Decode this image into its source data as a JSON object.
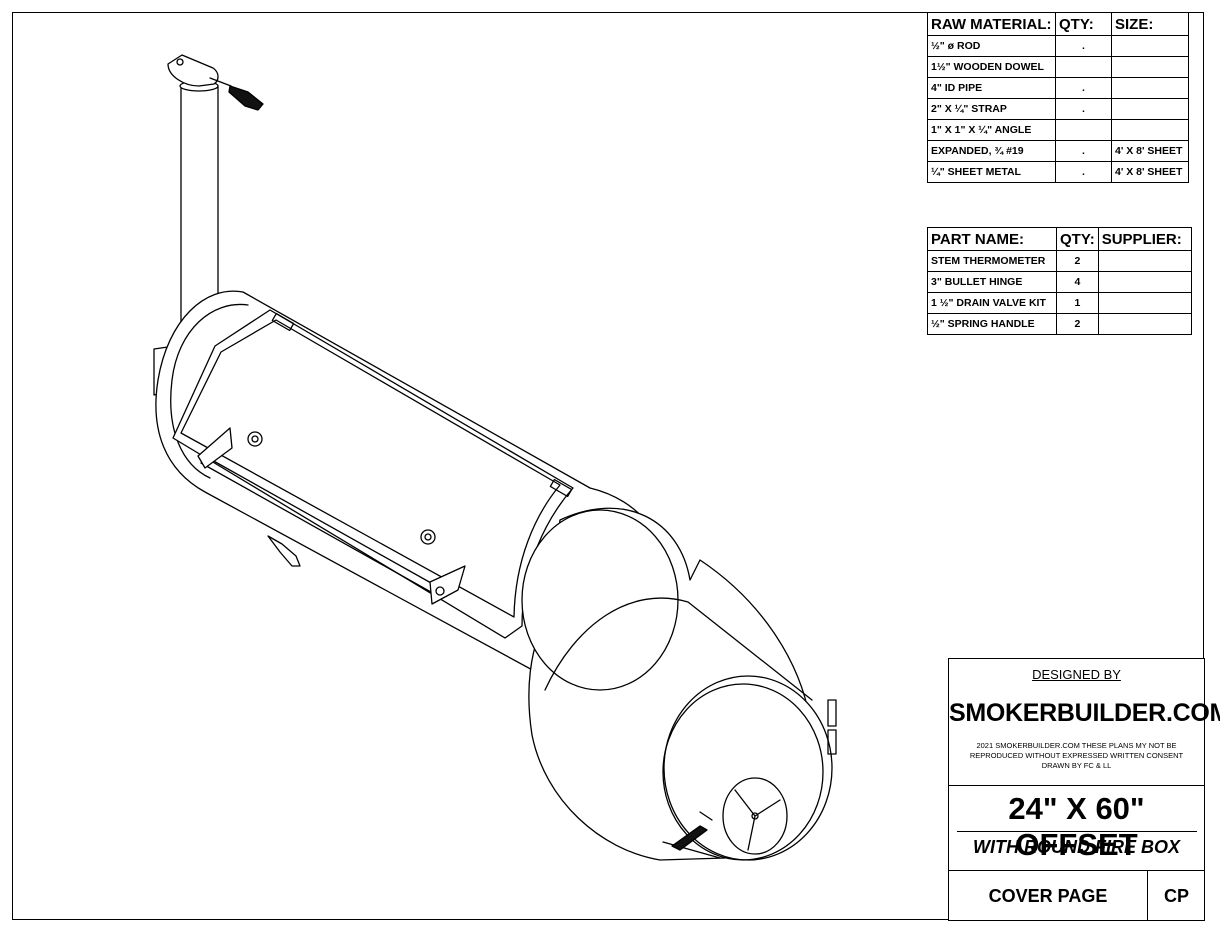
{
  "raw_material_table": {
    "headers": [
      "RAW MATERIAL:",
      "QTY:",
      "SIZE:"
    ],
    "rows": [
      {
        "material": "½\" ø ROD",
        "qty": ".",
        "size": ""
      },
      {
        "material": "1½\" WOODEN DOWEL",
        "qty": "",
        "size": ""
      },
      {
        "material": "4\" ID PIPE",
        "qty": ".",
        "size": ""
      },
      {
        "material": "2\" X ¼\" STRAP",
        "qty": ".",
        "size": ""
      },
      {
        "material": "1\" X 1\" X ¼\" ANGLE",
        "qty": "",
        "size": ""
      },
      {
        "material": "EXPANDED, ¾ #19",
        "qty": ".",
        "size": "4' X 8' SHEET"
      },
      {
        "material": "¼\" SHEET METAL",
        "qty": ".",
        "size": "4' X 8' SHEET"
      }
    ]
  },
  "parts_table": {
    "headers": [
      "PART NAME:",
      "QTY:",
      "SUPPLIER:"
    ],
    "rows": [
      {
        "part": "STEM THERMOMETER",
        "qty": "2",
        "supplier": ""
      },
      {
        "part": "3\" BULLET HINGE",
        "qty": "4",
        "supplier": ""
      },
      {
        "part": "1 ½\" DRAIN VALVE KIT",
        "qty": "1",
        "supplier": ""
      },
      {
        "part": "½\" SPRING HANDLE",
        "qty": "2",
        "supplier": ""
      }
    ]
  },
  "title_block": {
    "designed_by_label": "DESIGNED BY",
    "company": "SMOKERBUILDER.COM",
    "copyright_note": "2021 SMOKERBUILDER.COM THESE PLANS MY NOT BE REPRODUCED WITHOUT EXPRESSED WRITTEN CONSENT DRAWN BY FC & LL",
    "plan_title": "24\" X 60\" OFFSET",
    "plan_subtitle": "WITH ROUND FIRE BOX",
    "page_name": "COVER PAGE",
    "page_code": "CP"
  },
  "colors": {
    "line": "#000000",
    "paper": "#ffffff",
    "handle": "#111111"
  }
}
